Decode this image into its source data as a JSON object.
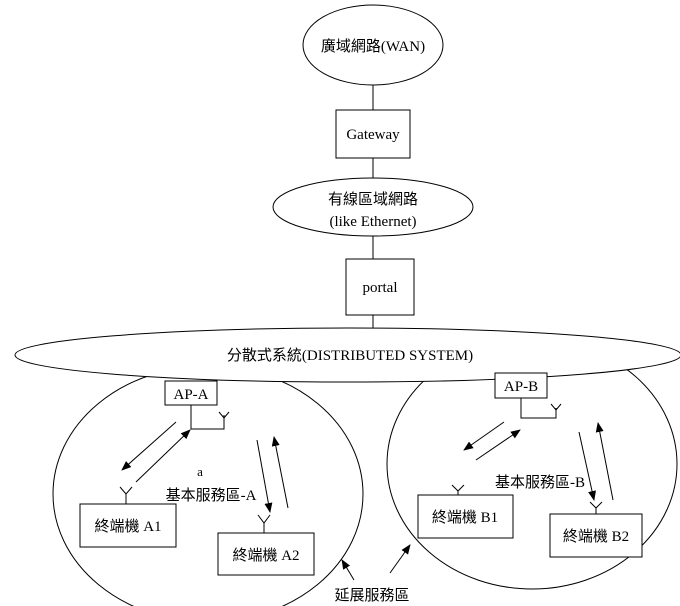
{
  "nodes": {
    "wan": "廣域網路(WAN)",
    "gateway": "Gateway",
    "lan_line1": "有線區域網路",
    "lan_line2": "(like Ethernet)",
    "portal": "portal",
    "ds": "分散式系統(DISTRIBUTED SYSTEM)",
    "ap_a": "AP-A",
    "ap_b": "AP-B",
    "bss_a": "基本服務區-A",
    "bss_b": "基本服務區-B",
    "bss_a_marker": "a",
    "station_a1": "終端機 A1",
    "station_a2": "終端機 A2",
    "station_b1": "終端機 B1",
    "station_b2": "終端機 B2",
    "ess": "延展服務區"
  }
}
